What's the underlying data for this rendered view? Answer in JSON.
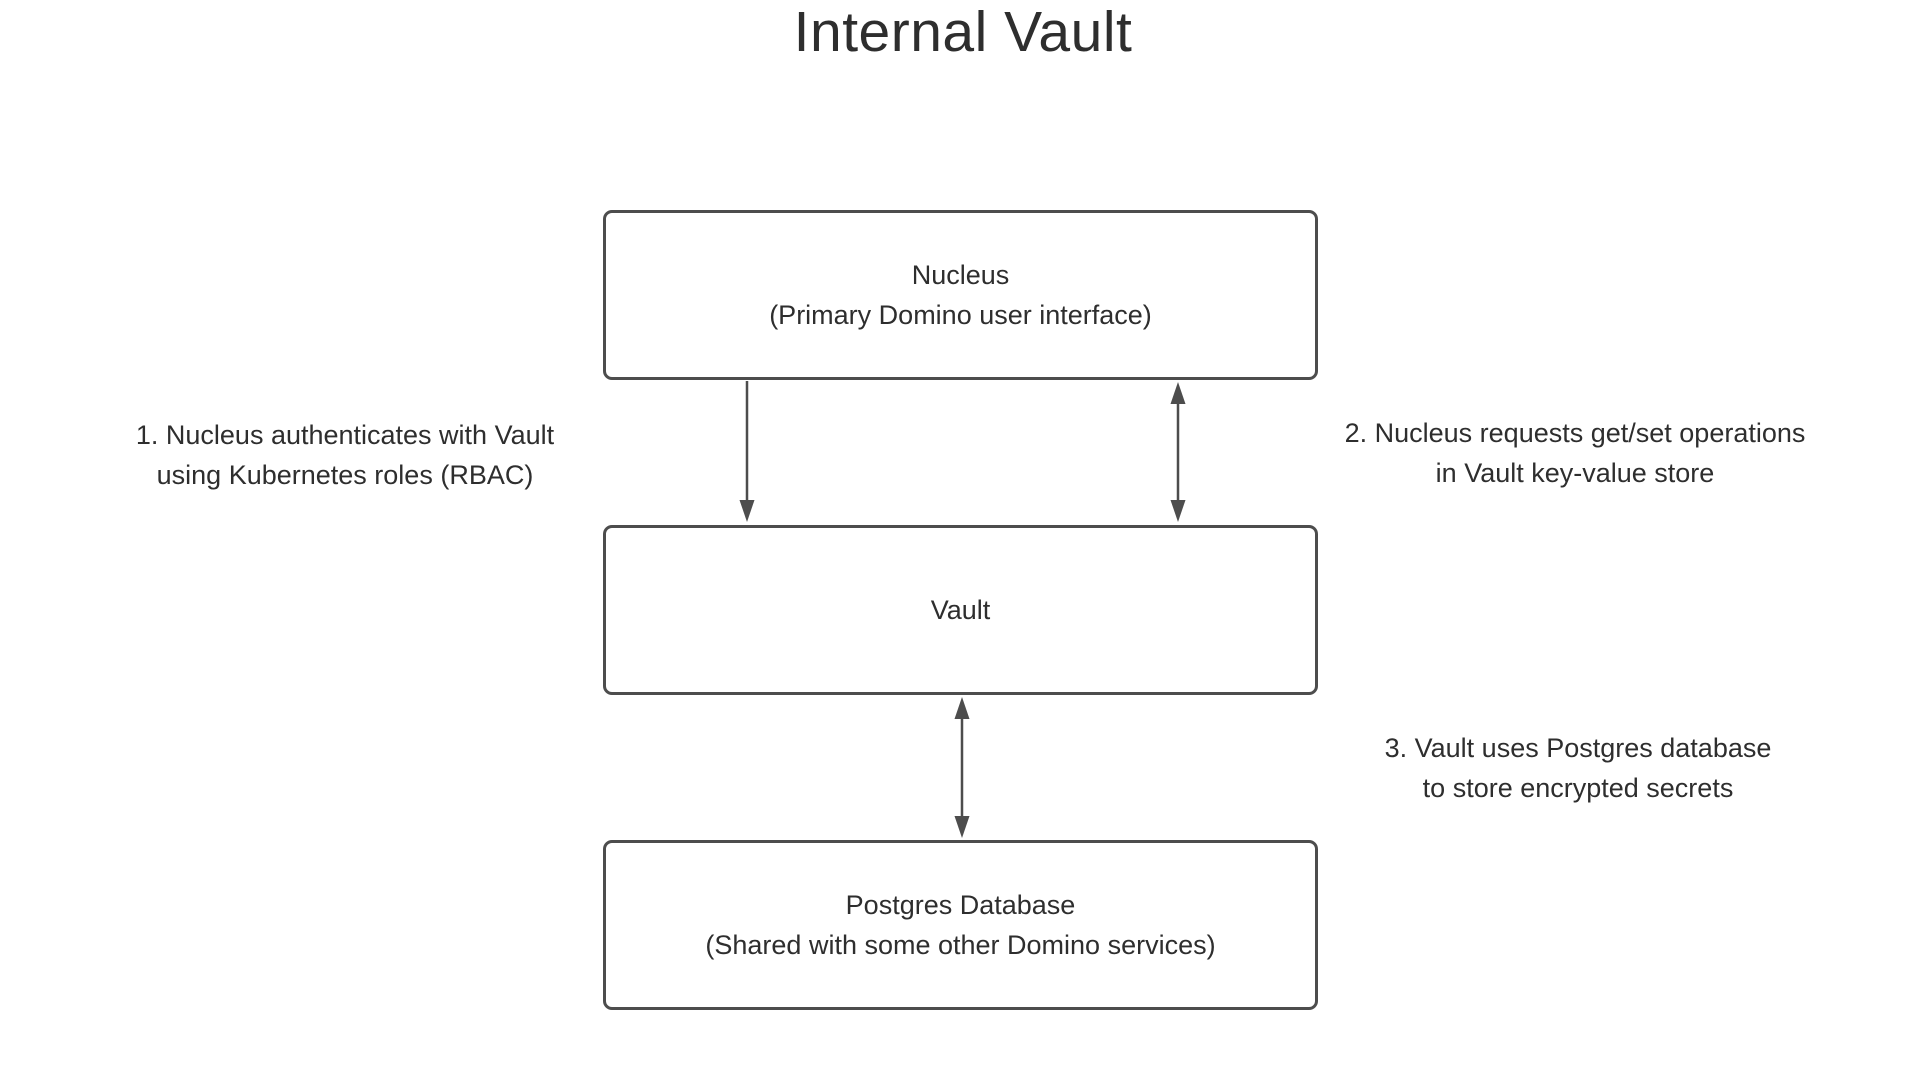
{
  "diagram": {
    "title": "Internal Vault",
    "nodes": {
      "nucleus": {
        "line1": "Nucleus",
        "line2": "(Primary Domino user interface)"
      },
      "vault": {
        "line1": "Vault"
      },
      "postgres": {
        "line1": "Postgres Database",
        "line2": "(Shared with some other Domino services)"
      }
    },
    "annotations": {
      "auth": {
        "line1": "1. Nucleus authenticates with Vault",
        "line2": "using Kubernetes roles (RBAC)"
      },
      "getset": {
        "line1": "2. Nucleus requests get/set operations",
        "line2": "in Vault key-value store"
      },
      "storage": {
        "line1": "3. Vault uses Postgres database",
        "line2": "to store encrypted secrets"
      }
    },
    "connections": {
      "nucleus_to_vault": "one-way-down",
      "vault_and_nucleus": "two-way",
      "vault_and_postgres": "two-way"
    },
    "colors": {
      "stroke": "#4d4d4d",
      "text": "#2e2e2e",
      "background": "#ffffff"
    }
  }
}
